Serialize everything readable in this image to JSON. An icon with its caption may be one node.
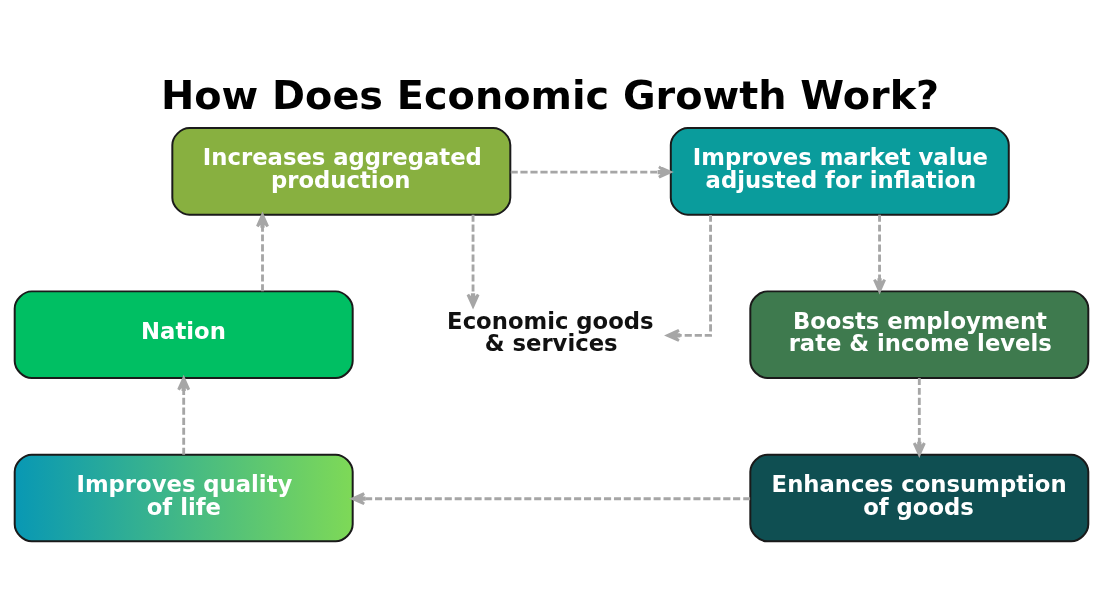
{
  "diagram": {
    "title": "How Does Economic Growth Work?",
    "nodes": [
      {
        "text": [
          "Increases aggregated production"
        ]
      },
      {
        "text": [
          "Improves market value adjusted for inflation"
        ]
      },
      {
        "text": [
          "Economic goods & services"
        ]
      },
      {
        "text": [
          "Nation"
        ]
      },
      {
        "text": [
          "Boosts employment rate & income levels"
        ]
      },
      {
        "text": [
          "Improves quality of life"
        ]
      },
      {
        "text": [
          "Enhances consumption of goods"
        ]
      }
    ],
    "edges": [
      {
        "from": 3,
        "to": 0,
        "arrow": "to",
        "style": "dashed"
      },
      {
        "from": 0,
        "to": 1,
        "arrow": "to",
        "style": "dashed"
      },
      {
        "from": 0,
        "to": 2,
        "arrow": "to",
        "style": "dashed"
      },
      {
        "from": 1,
        "to": 2,
        "arrow": "to",
        "style": "dashed"
      },
      {
        "from": 1,
        "to": 4,
        "arrow": "to",
        "style": "dashed"
      },
      {
        "from": 4,
        "to": 6,
        "arrow": "to",
        "style": "dashed"
      },
      {
        "from": 6,
        "to": 5,
        "arrow": "to",
        "style": "dashed"
      },
      {
        "from": 5,
        "to": 3,
        "arrow": "to",
        "style": "dashed"
      }
    ]
  }
}
